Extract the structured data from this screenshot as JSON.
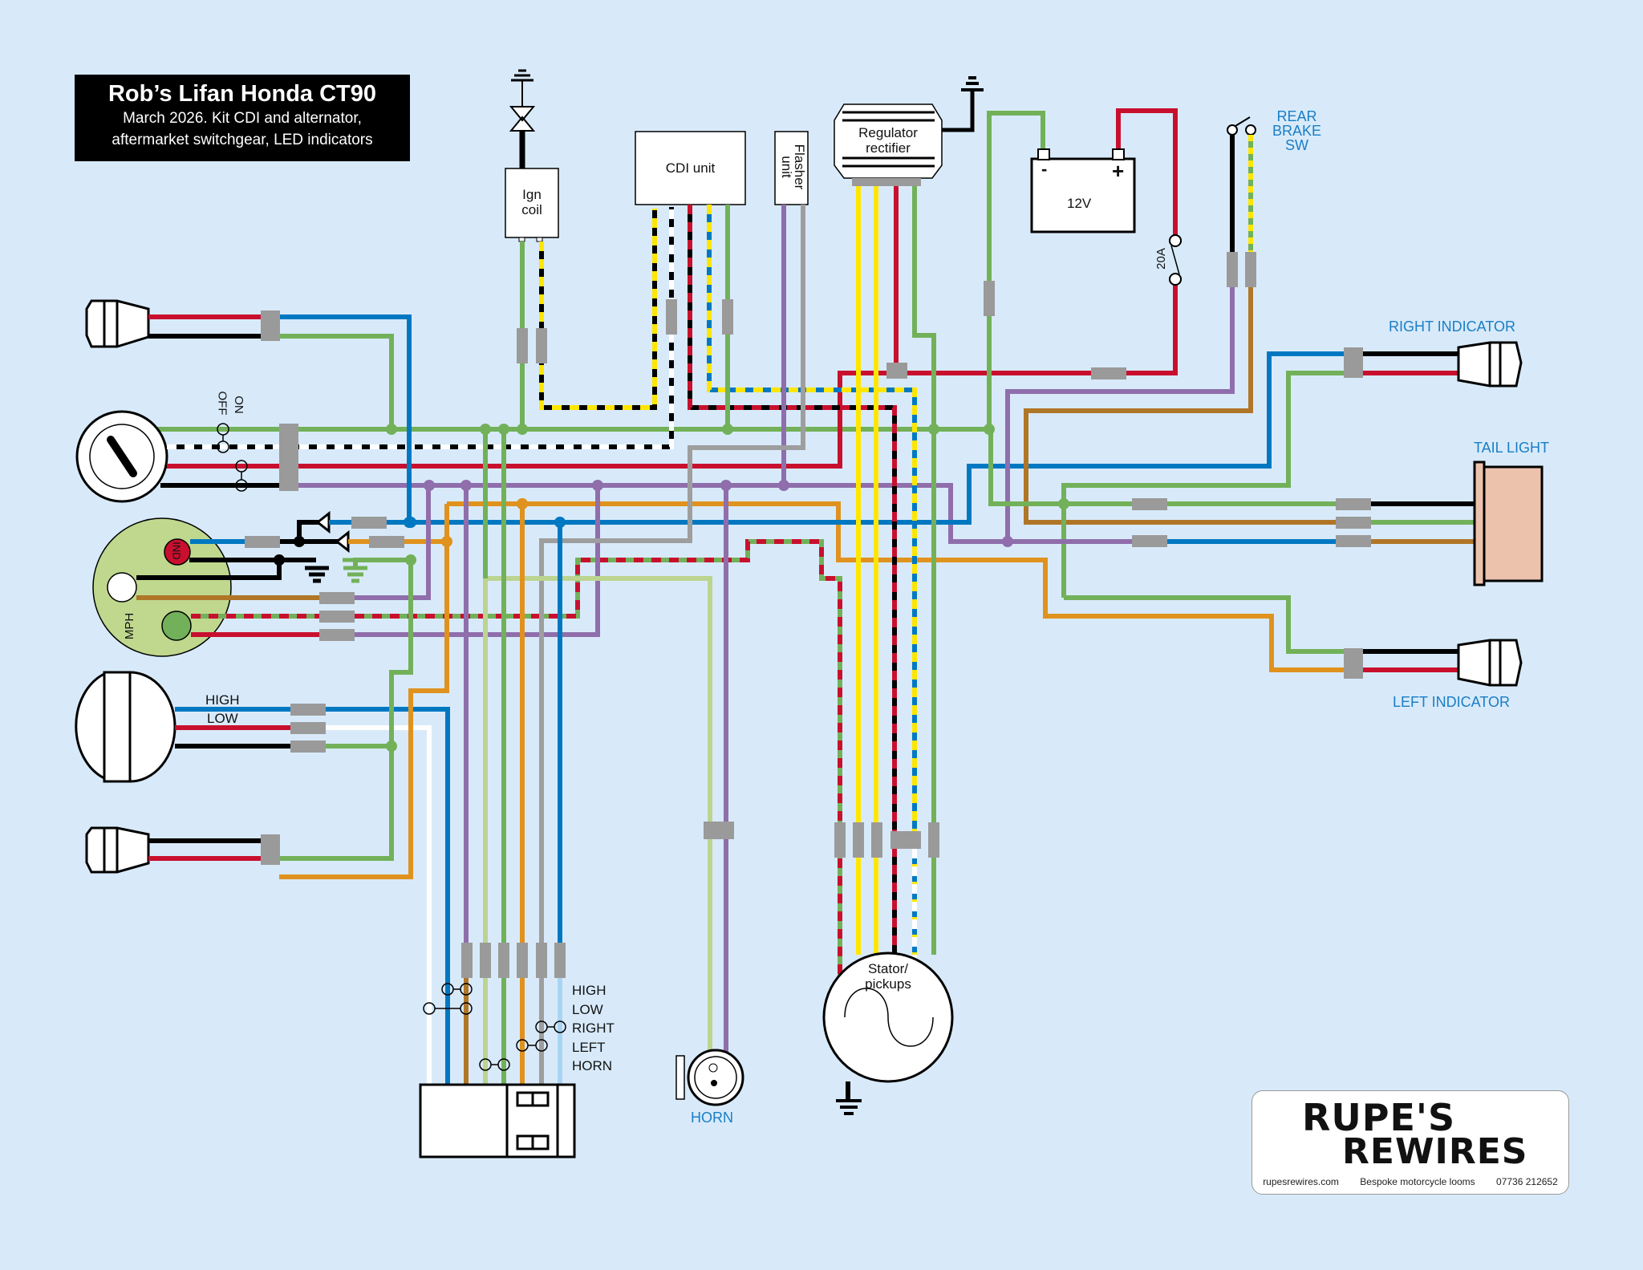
{
  "title": {
    "main": "Rob’s Lifan Honda CT90",
    "line1": "March 2026. Kit CDI and alternator,",
    "line2": "aftermarket switchgear, LED indicators"
  },
  "components": {
    "ign_coil": [
      "Ign",
      "coil"
    ],
    "cdi": "CDI unit",
    "flasher": [
      "Flasher",
      "unit"
    ],
    "regulator": [
      "Regulator",
      "rectifier"
    ],
    "battery": {
      "label": "12V",
      "neg": "-",
      "pos": "+"
    },
    "fuse": "20A",
    "rear_brake": [
      "REAR",
      "BRAKE",
      "SW"
    ],
    "ignition_switch": {
      "on": "ON",
      "off": "OFF"
    },
    "speedo": {
      "ind": "IND",
      "mph": "MPH"
    },
    "headlight": {
      "high": "HIGH",
      "low": "LOW"
    },
    "stator": [
      "Stator/",
      "pickups"
    ],
    "horn": "HORN",
    "right_indicator": "RIGHT INDICATOR",
    "left_indicator": "LEFT INDICATOR",
    "tail_light": "TAIL LIGHT",
    "switchgear_labels": [
      "HIGH",
      "LOW",
      "RIGHT",
      "LEFT",
      "HORN"
    ]
  },
  "wire_colors": {
    "red": "#c8102e",
    "black": "#000000",
    "blue": "#0078c1",
    "green": "#72b159",
    "light_green": "#bcd48f",
    "purple": "#8f6eab",
    "orange": "#e0921e",
    "brown": "#b07628",
    "grey": "#9e9e9e",
    "yellow": "#ffe600",
    "white": "#ffffff",
    "light_blue": "#a8d4f2",
    "connector": "#9a9a9a",
    "background": "#d8eafa",
    "speedo_face": "#bfd88e",
    "tail_light": "#ecc2ad"
  },
  "logo": {
    "line1": "RUPE'S",
    "line2": "REWIRES",
    "website": "rupesrewires.com",
    "tagline": "Bespoke motorcycle looms",
    "phone": "07736 212652"
  }
}
